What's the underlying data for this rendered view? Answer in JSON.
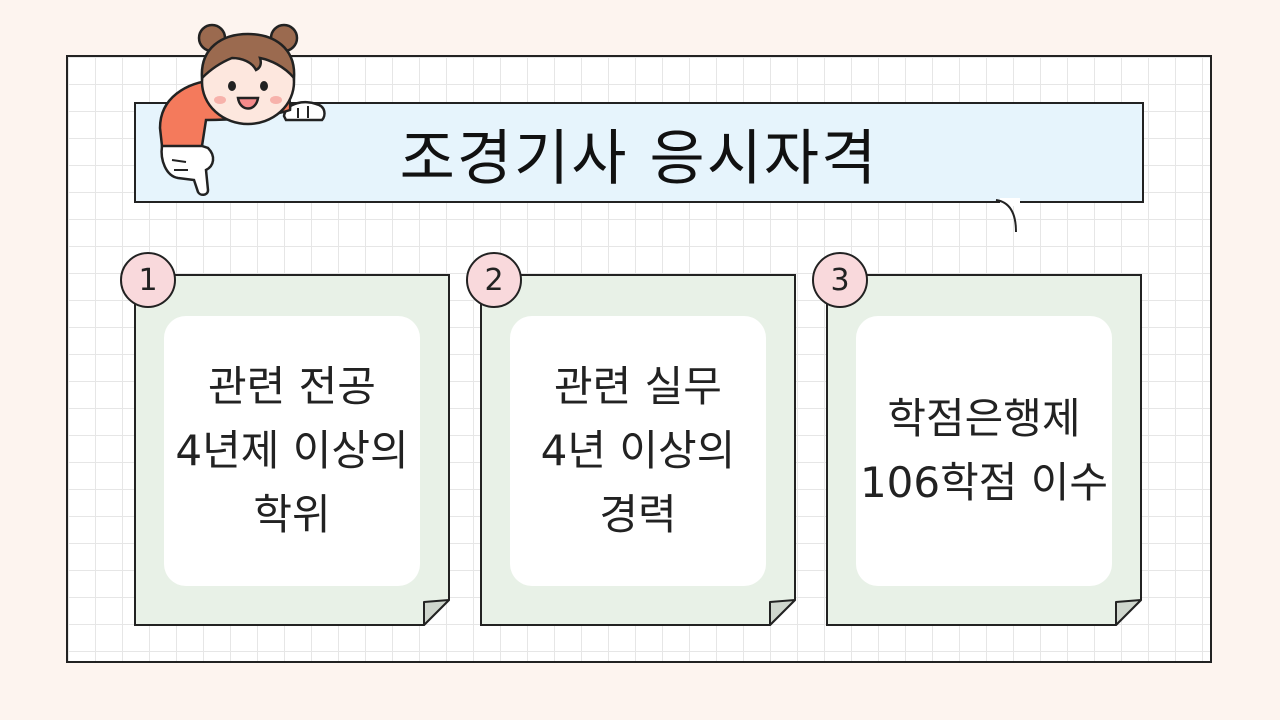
{
  "title": "조경기사 응시자격",
  "cards": [
    {
      "number": "1",
      "lines": [
        "관련 전공",
        "4년제 이상의",
        "학위"
      ]
    },
    {
      "number": "2",
      "lines": [
        "관련 실무",
        "4년 이상의",
        "경력"
      ]
    },
    {
      "number": "3",
      "lines": [
        "학점은행제",
        "106학점 이수"
      ]
    }
  ],
  "colors": {
    "background": "#fdf4ef",
    "title_bar": "#e6f4fc",
    "card": "#e8f1e7",
    "badge": "#f9d9dc",
    "mascot_shirt": "#f47a5c",
    "mascot_hair": "#9b6a4f"
  },
  "icons": {
    "mascot": "girl-mascot-pointing-icon",
    "page_fold": "folded-corner-icon"
  }
}
